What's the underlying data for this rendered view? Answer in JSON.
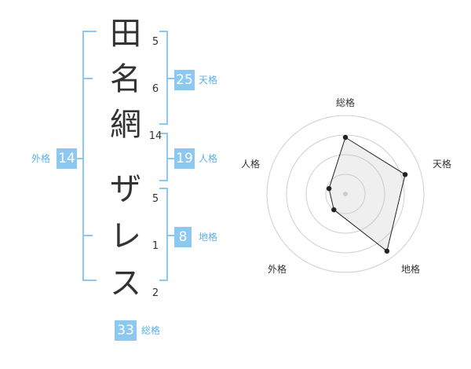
{
  "name": {
    "chars": [
      "田",
      "名",
      "網",
      "ザ",
      "レ",
      "ス"
    ],
    "strokes": [
      "5",
      "6",
      "14",
      "5",
      "1",
      "2"
    ]
  },
  "kaku": {
    "tenkaku": {
      "value": "25",
      "label": "天格"
    },
    "jinkaku": {
      "value": "19",
      "label": "人格"
    },
    "chikaku": {
      "value": "8",
      "label": "地格"
    },
    "gaikaku": {
      "value": "14",
      "label": "外格"
    },
    "soukaku": {
      "value": "33",
      "label": "総格"
    }
  },
  "colors": {
    "accent": "#8dc8f0",
    "bracket": "#8dc8f0",
    "ink": "#333333"
  },
  "chart_data": {
    "type": "radar",
    "axes": [
      "総格",
      "天格",
      "地格",
      "外格",
      "人格"
    ],
    "values": [
      0.72,
      0.8,
      0.9,
      0.25,
      0.22
    ],
    "rmax": 1,
    "grid": true
  }
}
